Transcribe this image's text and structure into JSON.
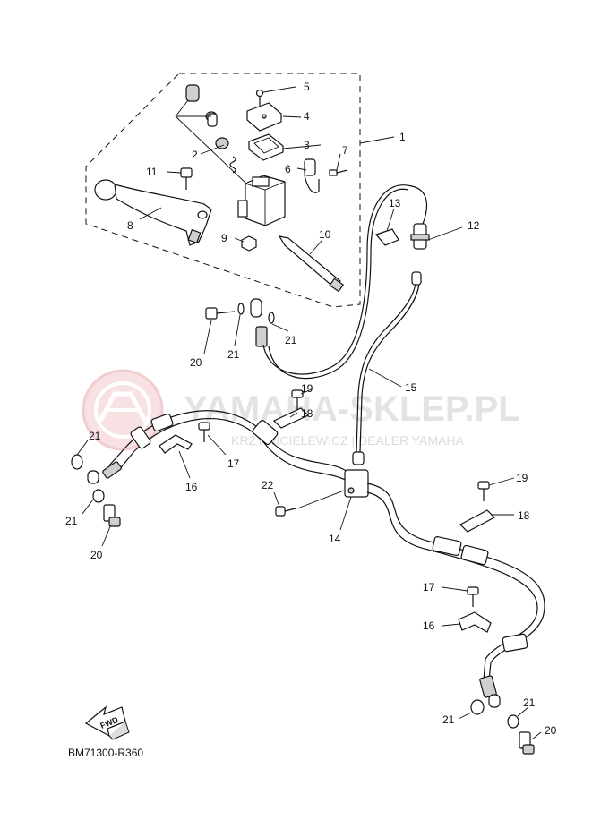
{
  "diagram": {
    "code": "BM71300-R360",
    "fwd_label": "FWD",
    "watermark": {
      "main": "YAMAHA-SKLEP.PL",
      "sub": "KRZYWICIELEWICZ | DEALER YAMAHA"
    },
    "callouts": [
      {
        "id": "c1",
        "text": "1"
      },
      {
        "id": "c2",
        "text": "2"
      },
      {
        "id": "c3",
        "text": "3"
      },
      {
        "id": "c4",
        "text": "4"
      },
      {
        "id": "c5",
        "text": "5"
      },
      {
        "id": "c6",
        "text": "6"
      },
      {
        "id": "c7",
        "text": "7"
      },
      {
        "id": "c8",
        "text": "8"
      },
      {
        "id": "c9",
        "text": "9"
      },
      {
        "id": "c10",
        "text": "10"
      },
      {
        "id": "c11",
        "text": "11"
      },
      {
        "id": "c12",
        "text": "12"
      },
      {
        "id": "c13",
        "text": "13"
      },
      {
        "id": "c14",
        "text": "14"
      },
      {
        "id": "c15",
        "text": "15"
      },
      {
        "id": "c16a",
        "text": "16"
      },
      {
        "id": "c16b",
        "text": "16"
      },
      {
        "id": "c17a",
        "text": "17"
      },
      {
        "id": "c17b",
        "text": "17"
      },
      {
        "id": "c18a",
        "text": "18"
      },
      {
        "id": "c18b",
        "text": "18"
      },
      {
        "id": "c19a",
        "text": "19"
      },
      {
        "id": "c19b",
        "text": "19"
      },
      {
        "id": "c20a",
        "text": "20"
      },
      {
        "id": "c20b",
        "text": "20"
      },
      {
        "id": "c20c",
        "text": "20"
      },
      {
        "id": "c21a",
        "text": "21"
      },
      {
        "id": "c21b",
        "text": "21"
      },
      {
        "id": "c21c",
        "text": "21"
      },
      {
        "id": "c21d",
        "text": "21"
      },
      {
        "id": "c21e",
        "text": "21"
      },
      {
        "id": "c21f",
        "text": "21"
      },
      {
        "id": "c22",
        "text": "22"
      }
    ]
  }
}
